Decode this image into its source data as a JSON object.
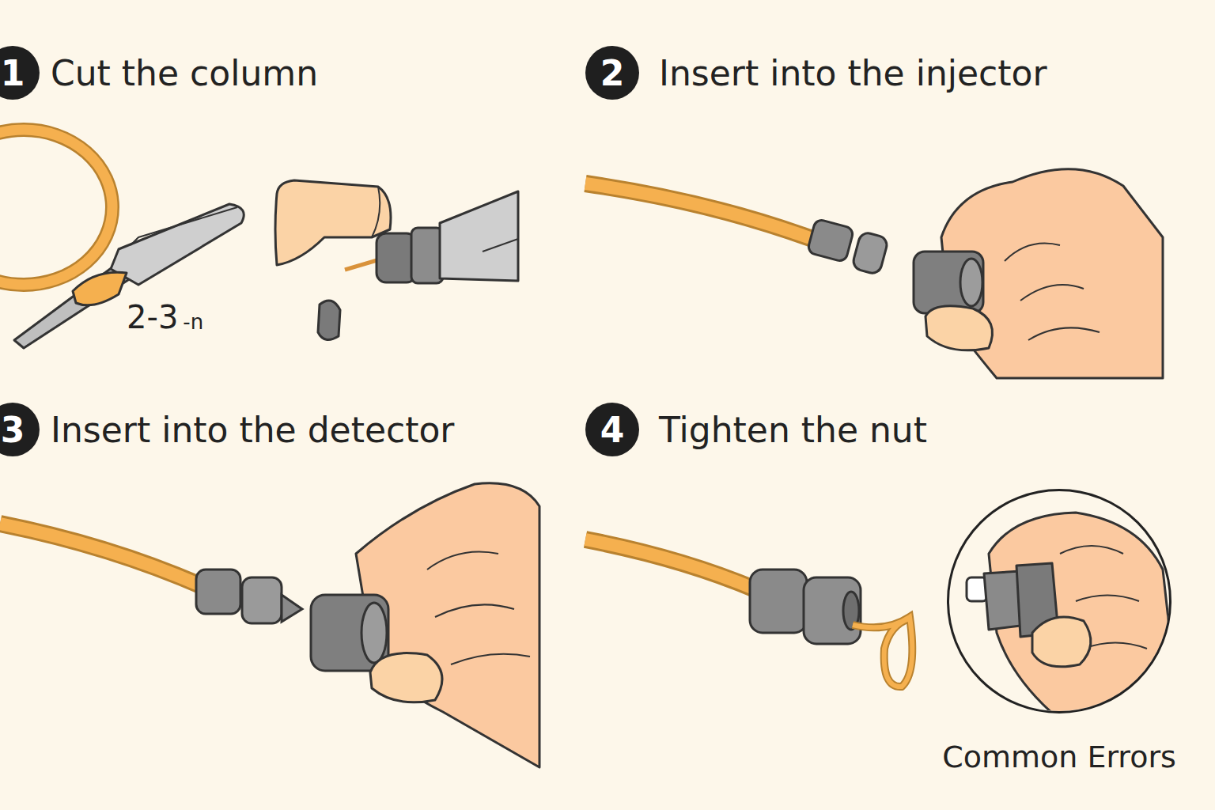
{
  "diagram": {
    "nodes": [
      {
        "text": [
          "1",
          "Cut the column"
        ]
      },
      {
        "text": [
          "2",
          "Insert into the injector"
        ]
      },
      {
        "text": [
          "3",
          "Insert into the detector"
        ]
      },
      {
        "text": [
          "4",
          "Tighten the nut"
        ]
      },
      {
        "text": [
          "Common Errors"
        ]
      }
    ],
    "labels": [
      "2-3",
      "-n"
    ]
  }
}
